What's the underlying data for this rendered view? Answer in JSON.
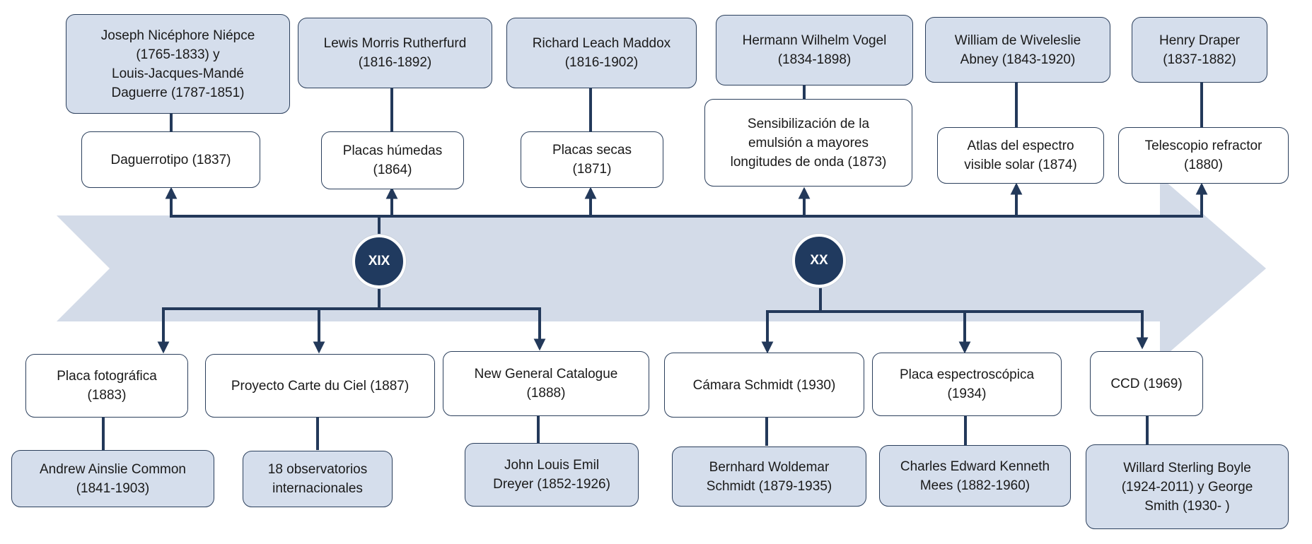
{
  "colors": {
    "arrow_band": "#d3dbe8",
    "connector": "#23395a",
    "century_marker": "#203a5f",
    "person_box": "#d5deec",
    "event_box": "#ffffff"
  },
  "centuries": {
    "xix": "XIX",
    "xx": "XX"
  },
  "top_entries": [
    {
      "person": "Joseph Nicéphore  Niépce\n(1765-1833)  y\nLouis-Jacques-Mandé\nDaguerre (1787-1851)",
      "event": "Daguerrotipo (1837)"
    },
    {
      "person": "Lewis Morris Rutherfurd\n(1816-1892)",
      "event": "Placas húmedas\n(1864)"
    },
    {
      "person": "Richard Leach Maddox\n(1816-1902)",
      "event": "Placas secas\n(1871)"
    },
    {
      "person": "Hermann Wilhelm Vogel\n(1834-1898)",
      "event": "Sensibilización  de la\nemulsión  a mayores\nlongitudes  de onda (1873)"
    },
    {
      "person": "William  de Wiveleslie\nAbney (1843-1920)",
      "event": "Atlas del espectro\nvisible solar (1874)"
    },
    {
      "person": "Henry Draper\n(1837-1882)",
      "event": "Telescopio  refractor\n(1880)"
    }
  ],
  "bottom_entries": [
    {
      "event": "Placa fotográfica\n(1883)",
      "person": "Andrew Ainslie Common\n(1841-1903)"
    },
    {
      "event": "Proyecto  Carte du  Ciel (1887)",
      "person": "18 observatorios\ninternacionales"
    },
    {
      "event": "New General Catalogue\n(1888)",
      "person": "John Louis Emil\nDreyer (1852-1926)"
    },
    {
      "event": "Cámara Schmidt  (1930)",
      "person": "Bernhard  Woldemar\nSchmidt  (1879-1935)"
    },
    {
      "event": "Placa espectroscópica\n(1934)",
      "person": "Charles Edward Kenneth\nMees (1882-1960)"
    },
    {
      "event": "CCD (1969)",
      "person": "Willard Sterling Boyle\n(1924-2011)  y George\nSmith  (1930-  )"
    }
  ]
}
